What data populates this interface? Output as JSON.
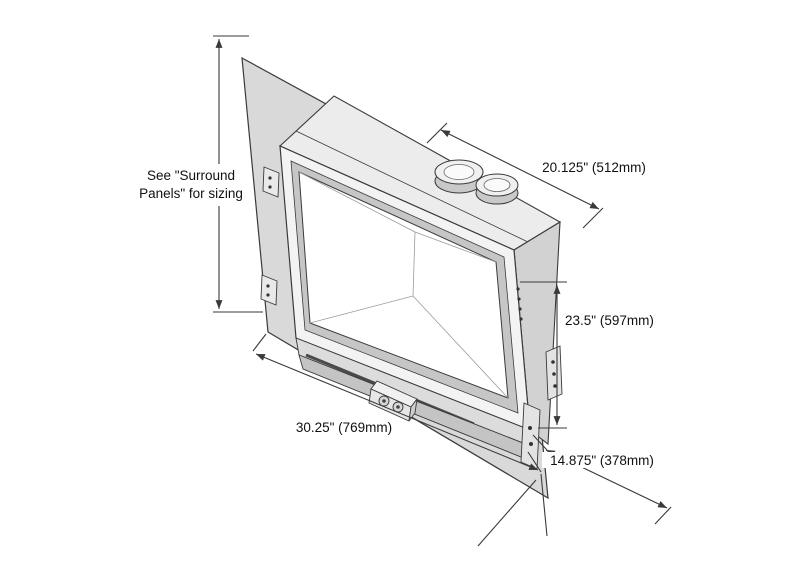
{
  "diagram": {
    "type": "fireplace-insert-dimension-drawing",
    "labels": {
      "surround_note_line1": "See \"Surround",
      "surround_note_line2": "Panels\" for sizing",
      "top_depth": "20.125\" (512mm)",
      "height": "23.5\" (597mm)",
      "width": "30.25\" (769mm)",
      "bottom_depth": "14.875\" (378mm)"
    },
    "colors": {
      "line": "#3a3a3a",
      "panel_fill": "#d9d9d9",
      "top_face_fill": "#ececec",
      "side_face_fill": "#d2d2d2",
      "front_face_fill": "#f3f3f3",
      "background": "#ffffff"
    }
  }
}
